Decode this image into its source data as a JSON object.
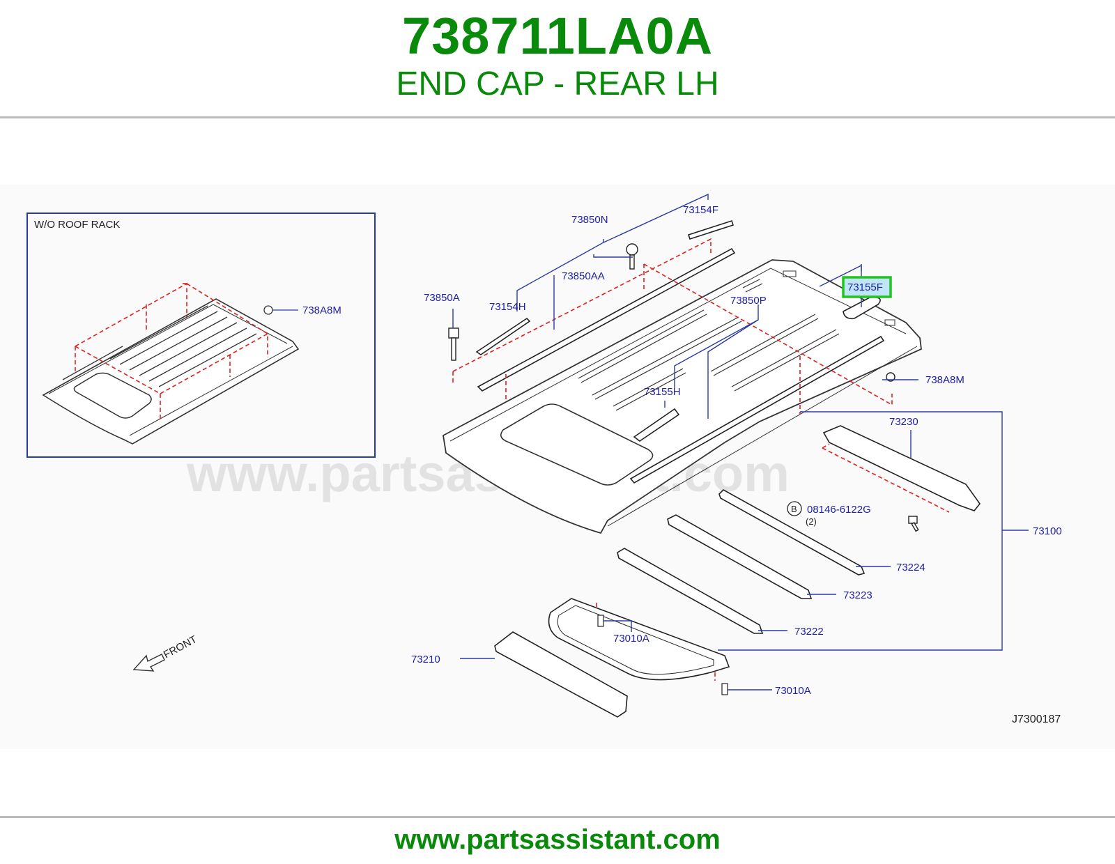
{
  "header": {
    "part_number": "738711LA0A",
    "part_name": "END CAP - REAR LH"
  },
  "diagram": {
    "inset_caption": "W/O   ROOF   RACK",
    "inset_callout": "738A8M",
    "labels": {
      "l73850N": "73850N",
      "l73154F": "73154F",
      "l73850AA": "73850AA",
      "l73850A": "73850A",
      "l73154H": "73154H",
      "l73850P": "73850P",
      "l73155F": "73155F",
      "l73155H": "73155H",
      "l738A8M": "738A8M",
      "l73230": "73230",
      "l08146": "08146-6122G",
      "l08146qty": "(2)",
      "l73100": "73100",
      "l73224": "73224",
      "l73223": "73223",
      "l73222": "73222",
      "l73010A_1": "73010A",
      "l73010A_2": "73010A",
      "l73210": "73210",
      "front": "FRONT",
      "bolt_b": "B"
    },
    "highlighted_label": "73155F",
    "diagram_code": "J7300187",
    "watermark": "www.partsassistant.com"
  },
  "footer": {
    "url": "www.partsassistant.com"
  },
  "colors": {
    "brand_green": "#0a8a0a",
    "label_blue": "#1f1fa8",
    "leader_blue": "#2a3ba0",
    "dashed_red": "#e0201e",
    "highlight_green": "#22c322",
    "highlight_fill": "#bfe6f4"
  }
}
